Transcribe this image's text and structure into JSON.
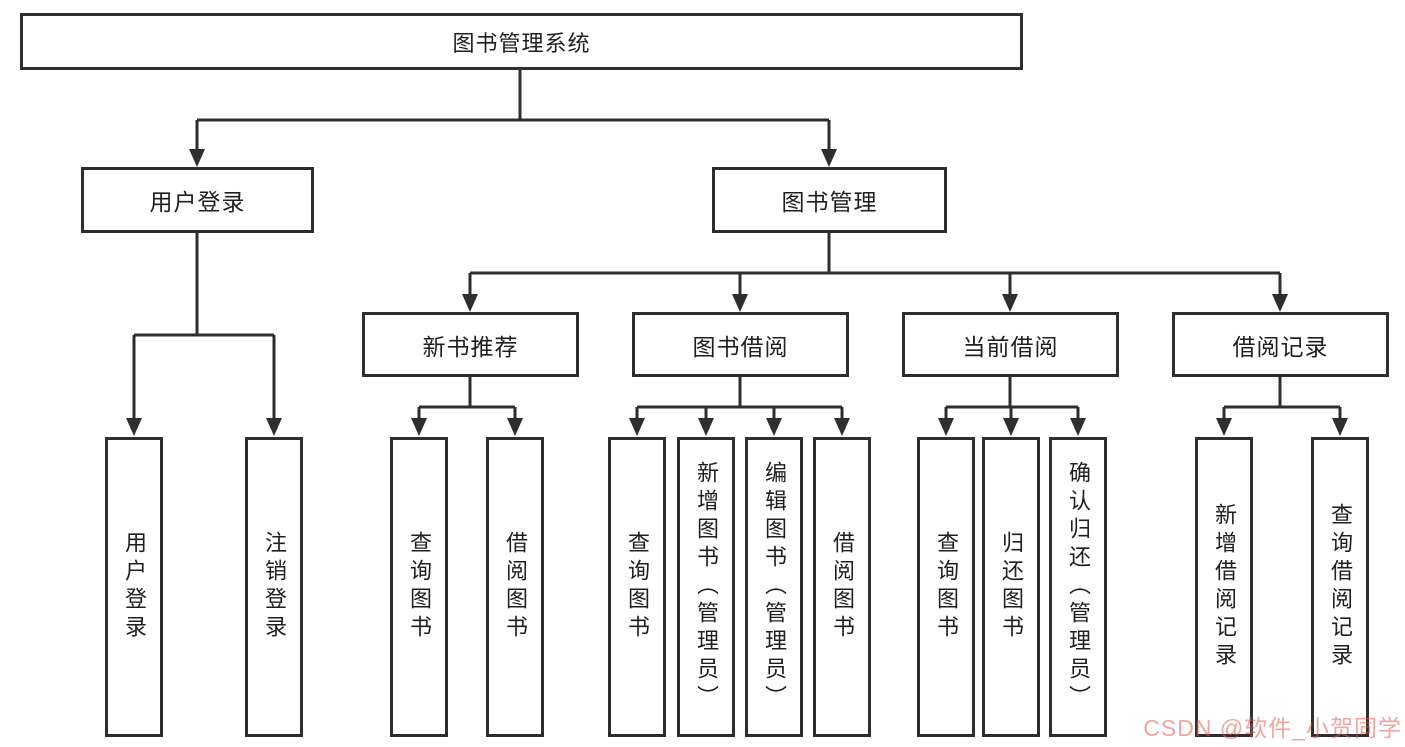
{
  "nodes": {
    "root": "图书管理系统",
    "user_login": "用户登录",
    "book_management": "图书管理",
    "new_book_recommend": "新书推荐",
    "book_borrowing": "图书借阅",
    "current_borrowing": "当前借阅",
    "borrowing_records": "借阅记录"
  },
  "leaves": {
    "user_login": [
      "用户登录",
      "注销登录"
    ],
    "new_book_recommend": [
      "查询图书",
      "借阅图书"
    ],
    "book_borrowing": [
      "查询图书",
      "新增图书（管理员）",
      "编辑图书（管理员）",
      "借阅图书"
    ],
    "current_borrowing": [
      "查询图书",
      "归还图书",
      "确认归还（管理员）"
    ],
    "borrowing_records": [
      "新增借阅记录",
      "查询借阅记录"
    ]
  },
  "watermark": "CSDN @软件_小贺同学",
  "colors": {
    "line": "#2e2e2e",
    "box_border": "#2e2e2e",
    "text": "#1f1f1f",
    "background": "#ffffff",
    "watermark": "rgba(225,89,77,0.55)"
  }
}
